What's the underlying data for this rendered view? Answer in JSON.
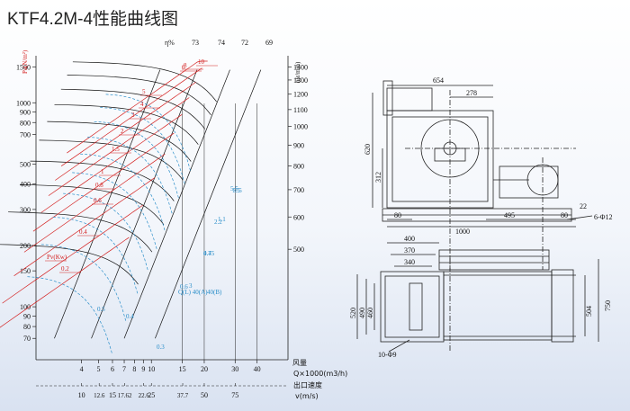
{
  "title": "KTF4.2M-4性能曲线图",
  "chart_data": {
    "type": "line",
    "scale": "log-log",
    "y_left": {
      "label": "Pa(N/m²)",
      "ticks": [
        70,
        80,
        90,
        100,
        150,
        200,
        300,
        400,
        500,
        700,
        800,
        900,
        1000,
        1500
      ]
    },
    "y_right": {
      "label": "n(r/min)",
      "ticks": [
        500,
        600,
        700,
        800,
        900,
        1000,
        1100,
        1200,
        1300,
        1400
      ]
    },
    "x_airflow": {
      "label_cn": "风量",
      "label": "Q×1000(m3/h)",
      "ticks": [
        4,
        5,
        6,
        7,
        8,
        9,
        10,
        15,
        20,
        30,
        40
      ]
    },
    "x_velocity": {
      "label_cn": "出口速度",
      "label": "v(m/s)",
      "ticks": [
        "10",
        "12.6",
        "15",
        "17.62",
        "22.6",
        "25",
        "37.7",
        "50",
        "75"
      ]
    },
    "efficiency": {
      "label": "η%",
      "values": [
        73,
        74,
        72,
        69
      ]
    },
    "power_labels": [
      "Pv(Kw)",
      "0.2",
      "0.4",
      "0.6",
      "0.8",
      "1",
      "1.5",
      "2",
      "3",
      "4",
      "5",
      "6",
      "8",
      "10"
    ],
    "blue_labels": [
      "0.3",
      "0.5",
      "0.4",
      "0.6",
      "0.75",
      "1.1",
      "1.5",
      "2.2",
      "3",
      "4.4",
      "5.5",
      "7.5"
    ],
    "blue_callouts": [
      "Q(L) 40(A)",
      "40(B)"
    ],
    "dimension_drawing": {
      "top_view": {
        "dims": [
          "654",
          "278",
          "620",
          "312",
          "80",
          "1000",
          "495",
          "80",
          "22"
        ],
        "hole_label": "6-Φ12"
      },
      "bottom_view": {
        "dims": [
          "400",
          "370",
          "340",
          "520",
          "490",
          "460",
          "504",
          "750"
        ],
        "hole_label": "10-Φ9"
      }
    }
  }
}
